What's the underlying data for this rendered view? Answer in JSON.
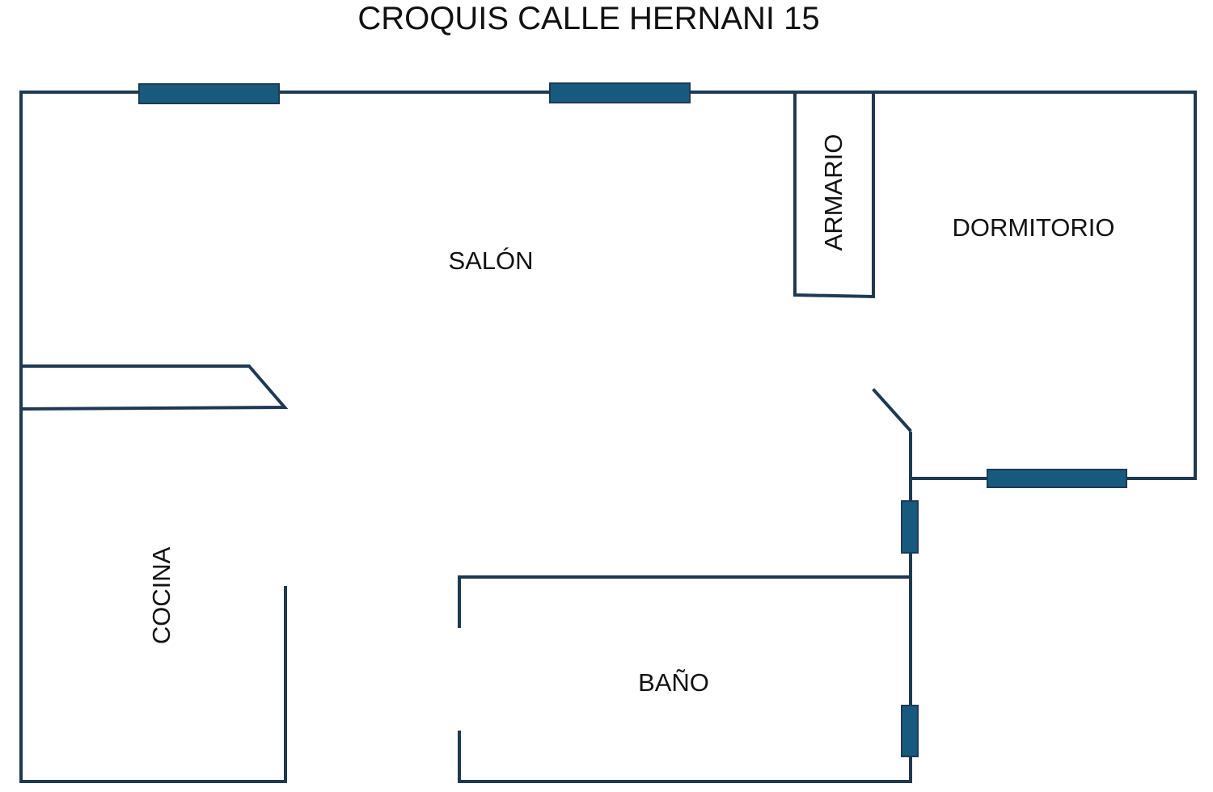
{
  "title": "CROQUIS CALLE HERNANI 15",
  "rooms": {
    "salon": "SALÓN",
    "dormitorio": "DORMITORIO",
    "armario": "ARMARIO",
    "cocina": "COCINA",
    "bano": "BAÑO"
  },
  "colors": {
    "wall": "#1e3a52",
    "window_fill": "#175a7e",
    "window_stroke": "#1e3a52",
    "text": "#111111",
    "background": "#ffffff"
  }
}
